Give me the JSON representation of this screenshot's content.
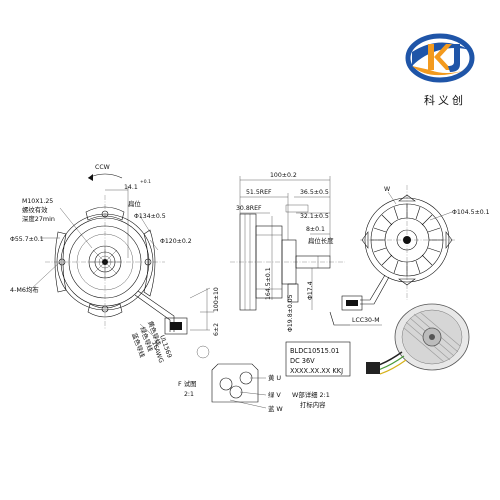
{
  "logo": {
    "company_cn": "科义创",
    "colors": {
      "blue": "#1f55a8",
      "orange": "#f39a1e"
    }
  },
  "front_view": {
    "rotation": "CCW",
    "thread_label": "M10X1.25",
    "thread_cn_1": "螺纹有效",
    "thread_cn_2": "深度27min",
    "dia_55": "Φ55.7±0.1",
    "mount_holes": "4-M6均布",
    "dim_14": "14.1",
    "dim_14_tol": "+0.1",
    "flat_cn": "扁位",
    "dia_134": "Φ134±0.5",
    "dia_120": "Φ120±0.2"
  },
  "cable": {
    "len_100": "100±10",
    "len_6": "6±2",
    "wire_1": "黄色导线",
    "wire_2": "绿色导线",
    "wire_3": "蓝色导线",
    "spec_1": "UL1569",
    "spec_2": "16AWG"
  },
  "side_view": {
    "dim_100": "100±0.2",
    "dim_51": "51.5REF",
    "dim_36": "36.5±0.5",
    "dim_30": "30.8REF",
    "dim_32": "32.1±0.5",
    "dim_8": "8±0.1",
    "flat_len_cn": "扁位长度",
    "dia_164": "164.5±0.1",
    "dia_19": "Φ19.8±0.05",
    "dia_17": "Φ17.4"
  },
  "rear_view": {
    "label_w": "W",
    "dia_104": "Φ104.5±0.1",
    "connector": "LCC30-M"
  },
  "info_box": {
    "line_1": "BLDC10515.01",
    "line_2": "DC 36V",
    "line_3": "XXXX.XX.XX KKJ"
  },
  "detail_f": {
    "title": "F 试图",
    "scale": "2:1",
    "pin_u": "黄 U",
    "pin_v": "绿 V",
    "pin_w": "蓝 W"
  },
  "detail_w": {
    "title": "W部详细 2:1",
    "note": "打标内容"
  }
}
